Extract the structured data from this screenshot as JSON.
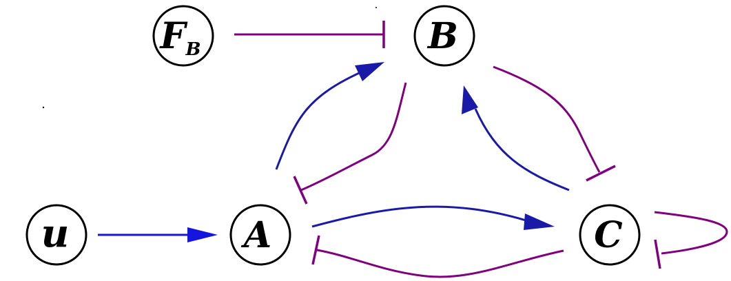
{
  "nodes": {
    "fb": {
      "label": "F",
      "subscript": "B"
    },
    "b": {
      "label": "B"
    },
    "u": {
      "label": "u"
    },
    "a": {
      "label": "A"
    },
    "c": {
      "label": "C"
    }
  },
  "colors": {
    "activation": "#1a1aa8",
    "activation_bright": "#1515e0",
    "inhibition": "#800080",
    "node_stroke": "#000000",
    "text": "#000000"
  },
  "edges": [
    {
      "from": "F_B",
      "to": "B",
      "type": "inhibition"
    },
    {
      "from": "u",
      "to": "A",
      "type": "activation"
    },
    {
      "from": "A",
      "to": "B",
      "type": "activation"
    },
    {
      "from": "B",
      "to": "A",
      "type": "inhibition"
    },
    {
      "from": "A",
      "to": "C",
      "type": "activation"
    },
    {
      "from": "C",
      "to": "A",
      "type": "inhibition"
    },
    {
      "from": "C",
      "to": "B",
      "type": "activation"
    },
    {
      "from": "B",
      "to": "C",
      "type": "inhibition"
    },
    {
      "from": "C",
      "to": "C",
      "type": "inhibition"
    }
  ]
}
